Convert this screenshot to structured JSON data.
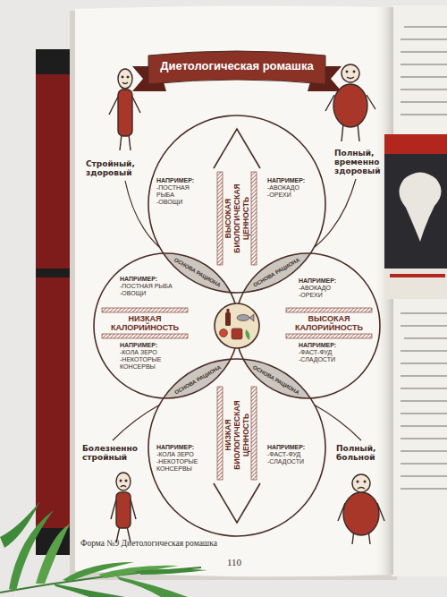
{
  "diagram": {
    "title": "Диетологическая ромашка",
    "caption": "Форма №9 Диетологическая ромашка",
    "nodes": [
      {
        "text": [
          "НАПРИМЕР:",
          "-ПОСТНАЯ РЫБА",
          "-ОВОЩИ",
          "НАПРИМЕР:",
          "-АВОКАДО",
          "-ОРЕХИ"
        ]
      },
      {
        "text": [
          "ВЫСОКАЯ БИОЛОГИЧЕСКАЯ ЦЕННОСТЬ"
        ],
        "in": 0
      },
      {
        "text": [
          "НАПРИМЕР:",
          "-ПОСТНАЯ РЫБА",
          "-ОВОЩИ",
          "НИЗКАЯ КАЛОРИЙНОСТЬ",
          "НАПРИМЕР:",
          "-КОЛА ЗЕРО",
          "-НЕКОТОРЫЕ КОНСЕРВЫ"
        ]
      },
      {
        "text": [
          "НАПРИМЕР:",
          "-АВОКАДО",
          "-ОРЕХИ",
          "ВЫСОКАЯ КАЛОРИЙНОСТЬ",
          "НАПРИМЕР:",
          "-ФАСТ-ФУД",
          "-СЛАДОСТИ"
        ]
      },
      {
        "text": [
          "НАПРИМЕР:",
          "-КОЛА ЗЕРО",
          "-НЕКОТОРЫЕ КОНСЕРВЫ",
          "НАПРИМЕР:",
          "-ФАСТ-ФУД",
          "-СЛАДОСТИ"
        ]
      },
      {
        "text": [
          "НИЗКАЯ БИОЛОГИЧЕСКАЯ ЦЕННОСТЬ"
        ],
        "in": 4
      }
    ],
    "labels": [
      "Стройный, здоровый",
      "Полный, временно здоровый",
      "ОСНОВА РАЦИОНА",
      "ОСНОВА РАЦИОНА",
      "ОСНОВА РАЦИОНА",
      "ОСНОВА РАЦИОНА",
      "Болезненно стройный",
      "Полный, больной",
      "110"
    ]
  }
}
